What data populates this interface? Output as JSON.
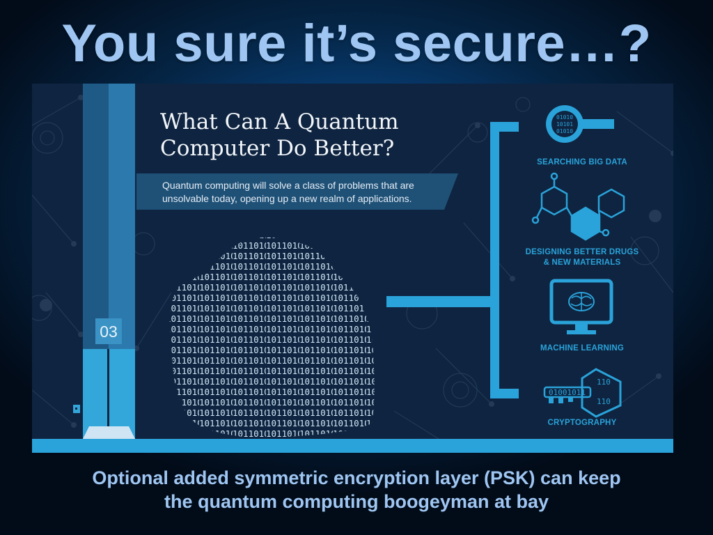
{
  "slide": {
    "title": "You sure it’s secure…?",
    "caption_lines": [
      "Optional added symmetric encryption layer (PSK) can keep",
      "the quantum computing boogeyman at bay"
    ]
  },
  "infographic": {
    "title_lines": [
      "What Can A Quantum",
      "Computer Do Better?"
    ],
    "banner_lines": [
      "Quantum computing will solve a class of problems that are",
      "unsolvable today, opening up a new realm of applications."
    ],
    "step_number": "03",
    "applications": [
      {
        "label_lines": [
          "SEARCHING BIG DATA"
        ],
        "icon": "magnifier-binary-icon"
      },
      {
        "label_lines": [
          "DESIGNING BETTER DRUGS",
          "& NEW MATERIALS"
        ],
        "icon": "molecule-icon"
      },
      {
        "label_lines": [
          "MACHINE LEARNING"
        ],
        "icon": "monitor-brain-icon"
      },
      {
        "label_lines": [
          "CRYPTOGRAPHY"
        ],
        "icon": "binary-key-icon"
      }
    ]
  },
  "colors": {
    "accent_blue": "#2aa3da",
    "title_blue": "#9fc6f2",
    "panel_dark": "#0f2440"
  }
}
